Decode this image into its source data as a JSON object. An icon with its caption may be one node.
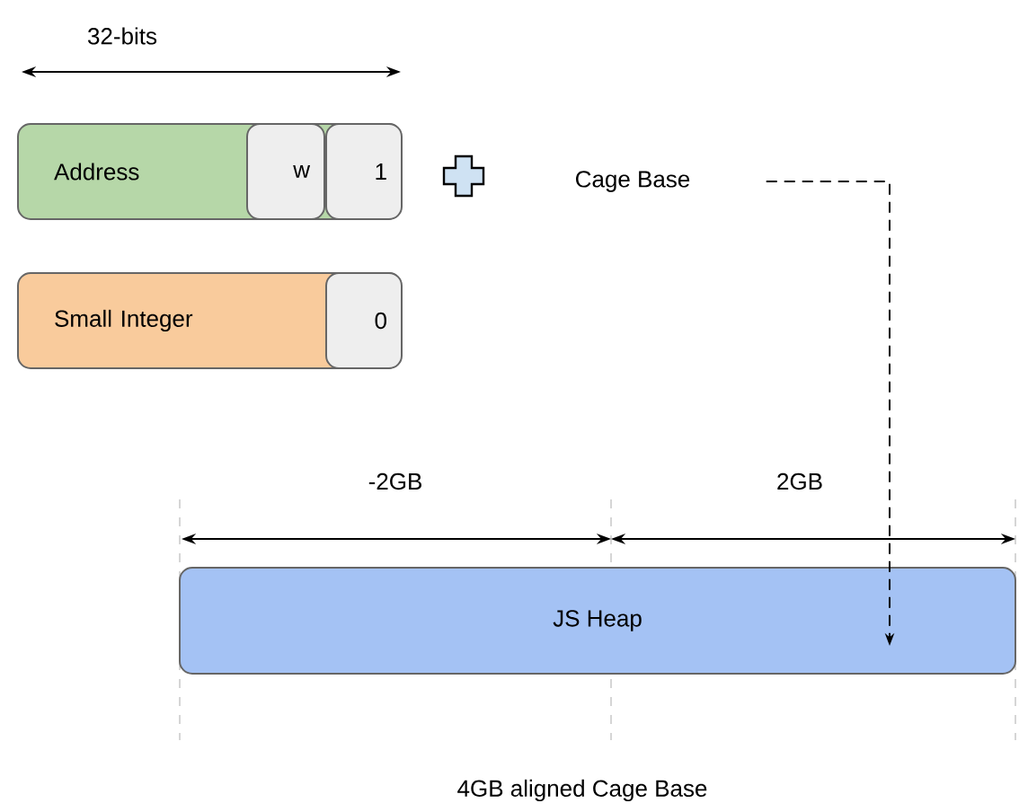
{
  "diagram": {
    "caption": "4GB aligned Cage Base",
    "nodes": [
      {
        "text": [
          "Address"
        ]
      },
      {
        "text": [
          "w"
        ],
        "in": 0
      },
      {
        "text": [
          "1"
        ],
        "in": 0
      },
      {
        "text": [
          "Small Integer"
        ]
      },
      {
        "text": [
          "0"
        ],
        "in": 3
      },
      {
        "text": [
          "Cage Base"
        ]
      },
      {
        "text": [
          "JS Heap"
        ]
      }
    ],
    "edges": [
      {
        "from": 5,
        "to": 6,
        "arrow": "to",
        "style": "dashed"
      }
    ],
    "labels": [
      "32-bits",
      "-2GB",
      "2GB"
    ]
  }
}
